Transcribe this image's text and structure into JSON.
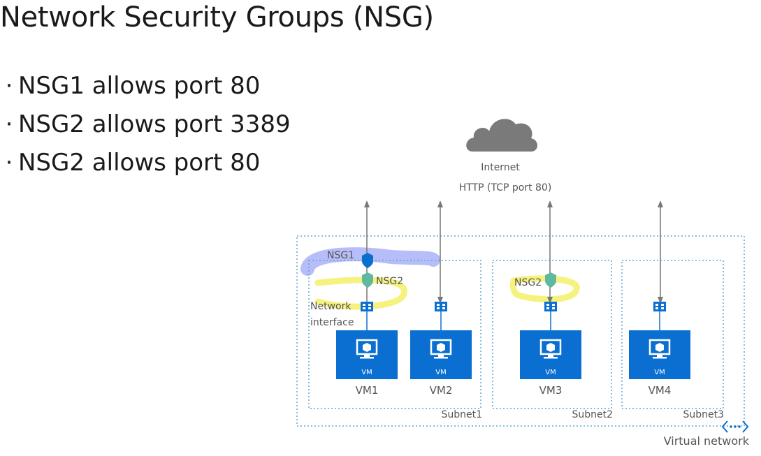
{
  "title": "Network Security Groups (NSG)",
  "bullets": [
    "NSG1 allows port 80",
    "NSG2 allows port 3389",
    "NSG2 allows port 80"
  ],
  "diagram": {
    "internet_label": "Internet",
    "http_label": "HTTP (TCP port 80)",
    "virtual_network_label": "Virtual network",
    "nsg_labels": [
      "NSG1",
      "NSG2",
      "NSG2"
    ],
    "nic_label_line1": "Network",
    "nic_label_line2": "interface",
    "subnets": [
      "Subnet1",
      "Subnet2",
      "Subnet3"
    ],
    "vm_badge": "VM",
    "vms": [
      "VM1",
      "VM2",
      "VM3",
      "VM4"
    ],
    "colors": {
      "azure_blue": "#0a6fd1",
      "dashed_border": "#5aa7d8",
      "arrow_gray": "#777777",
      "cloud_gray": "#7a7a7a",
      "text_gray": "#555555",
      "highlight_blue": "#6f7cf2",
      "highlight_yellow": "#f4f06a"
    }
  }
}
